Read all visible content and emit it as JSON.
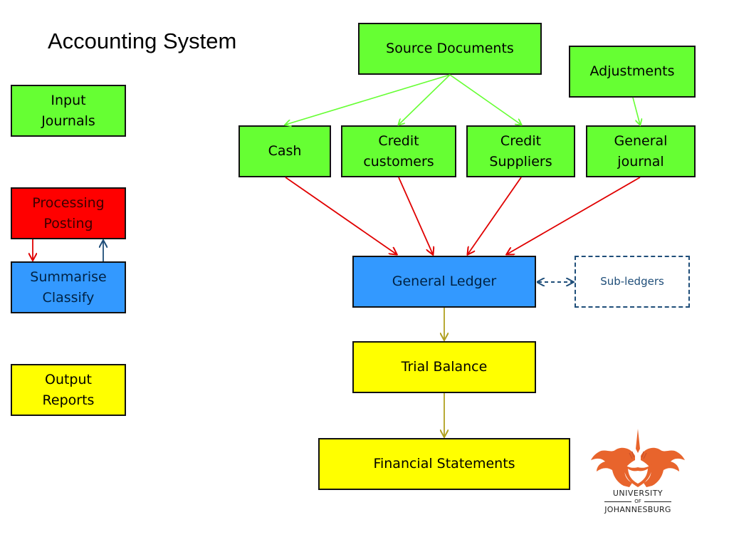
{
  "title": "Accounting System",
  "legend": {
    "input": "Input\nJournals",
    "processing": "Processing\nPosting",
    "summarise": "Summarise\nClassify",
    "output": "Output\nReports"
  },
  "nodes": {
    "source_documents": "Source Documents",
    "adjustments": "Adjustments",
    "cash": "Cash",
    "credit_customers": "Credit\ncustomers",
    "credit_suppliers": "Credit\nSuppliers",
    "general_journal": "General\njournal",
    "general_ledger": "General Ledger",
    "sub_ledgers": "Sub-ledgers",
    "trial_balance": "Trial Balance",
    "financial_statements": "Financial Statements"
  },
  "logo": {
    "line1": "UNIVERSITY",
    "line2": "OF",
    "line3": "JOHANNESBURG"
  },
  "colors": {
    "green": "#66ff33",
    "red": "#ff0000",
    "blue": "#3399ff",
    "yellow": "#ffff00",
    "arrow_green": "#66ff33",
    "arrow_red": "#e00000",
    "arrow_olive": "#b0a020",
    "arrow_navy": "#1f4e79",
    "logo_orange": "#e8642c"
  }
}
